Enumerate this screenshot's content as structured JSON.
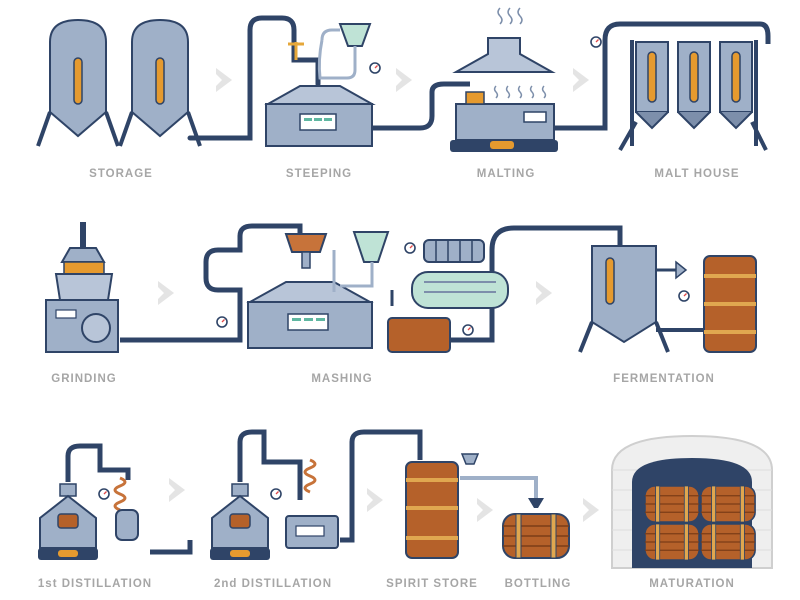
{
  "title": "",
  "colors": {
    "pipe": "#2f4467",
    "steel": "#9fb0c8",
    "steel_dark": "#7d8fab",
    "wood": "#b5612a",
    "copper": "#c7733a",
    "liquid": "#e59a2f",
    "mint": "#bfe3d6",
    "arrow": "#e4e4e4",
    "brick": "#efefef",
    "label": "#a6a6a6"
  },
  "row1": {
    "storage": "STORAGE",
    "steeping": "STEEPING",
    "malting": "MALTING",
    "malt_house": "MALT HOUSE"
  },
  "row2": {
    "grinding": "GRINDING",
    "mashing": "MASHING",
    "fermentation": "FERMENTATION"
  },
  "row3": {
    "distillation_1": "1st DISTILLATION",
    "distillation_2": "2nd DISTILLATION",
    "spirit_store": "SPIRIT STORE",
    "bottling": "BOTTLING",
    "maturation": "MATURATION"
  }
}
